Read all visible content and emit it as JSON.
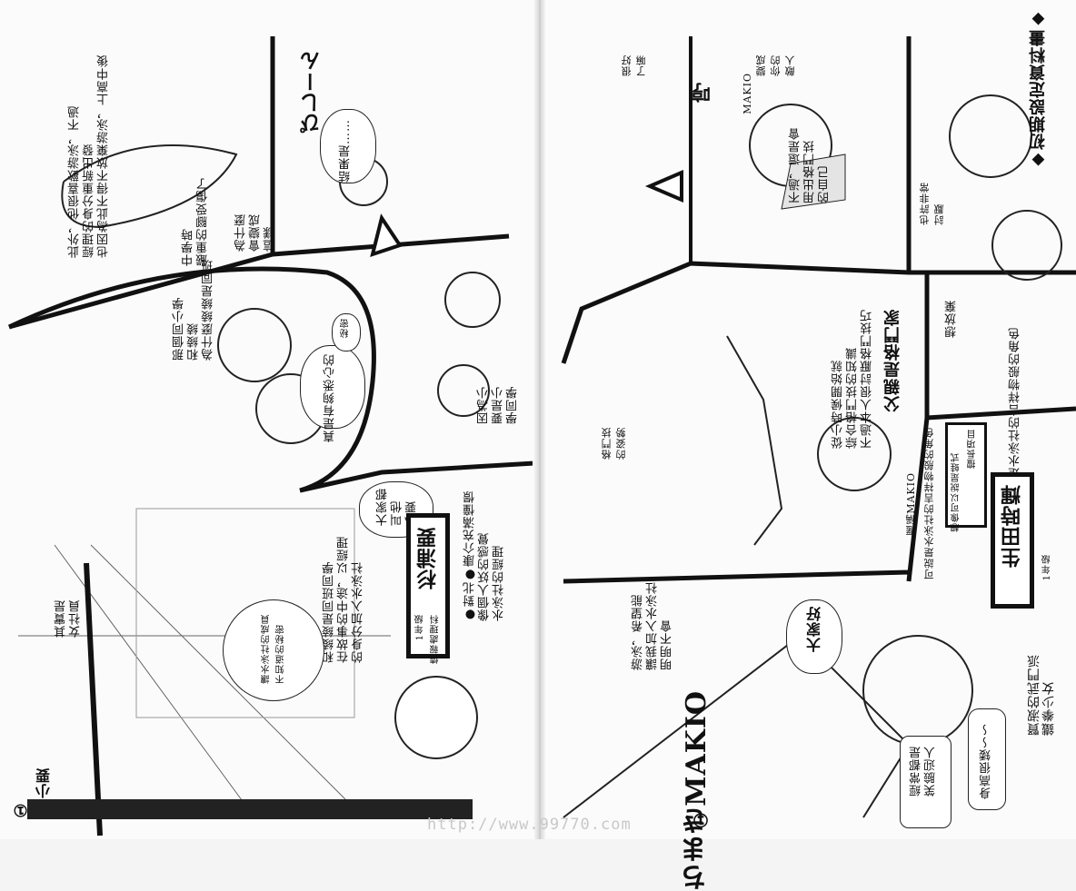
{
  "header": {
    "title": "◆初期設定資料畫◆"
  },
  "right_page": {
    "character_name": "生田時輝",
    "grade": "1年級",
    "specialty_label": "擅長項目",
    "specialty_value": "想像可以說是蛙式",
    "nickname": "暱稱MAKIO",
    "mascot_note": "可說是水泳社的吉祥物般的角色",
    "tagline": "賢淑的武門派\n鐵拳少女",
    "bubble_height": "身高很矮～～",
    "bubble_smile": "經常都是\n笑臉迎人",
    "logo_text": "ちまきMAKIO",
    "circle_number": "①",
    "father_title": "父親是格鬥家",
    "father_text": "從小時候開始就\n綜合格鬥技的知識\n不過本人很討厭格鬥技巧",
    "still_text": "不過，還是會\n用出格鬥技\n的自己",
    "greeting": "大家好",
    "join_text": "游泳，希望能\n讓我加入水泳社\n明明不會",
    "bubble_hate": "想放棄",
    "bubble_top": "也許非常\n討厭",
    "bubble_makio": "MAKIO",
    "bubble_well": "很好\n了嘛",
    "bubble_girl": "變成\n你的\n敵人",
    "sfx_right": "哼",
    "kicker_note": "格鬥技\n的姿勢"
  },
  "left_page": {
    "character_name": "杉浦要",
    "grade": "1年級",
    "dept": "情報處理科",
    "intro": "●對北●康介充滿憧憬\n像個人妖的感覺\n水泳社的經理",
    "story": "和綾綾是同班同學\n在故事的中途，以經理\n的身分加入水泳社",
    "nickname_bubble": "大家都\n叫他\n小要",
    "past_text": "此外，他很喜歡游泳，不過\n經理的身分重新出發\n也因為此不得不放棄游泳，上高中後",
    "injury_text": "中學時\n嚴重的腳受傷了",
    "result_bubble": "結果是……",
    "classmate_text": "那個同小學\n和綾綾\n為什麼綾綾是同班",
    "bubble_why": "為什麼\n會變成\n這樣",
    "bubble_secret": "秘密",
    "bubble_feel": "真是有夠悉心的",
    "bubble_small": "因為小\n要是小\n學同學",
    "bubble_club": "其實是\n女社員",
    "bubble_note": "讓水泳社的成員\n不知道的秘密",
    "sfx_left": "ぴしーん",
    "sfx_mid": "呵呵",
    "label_small": "小要",
    "circle_number": "①"
  },
  "watermark": "http://www.99770.com"
}
